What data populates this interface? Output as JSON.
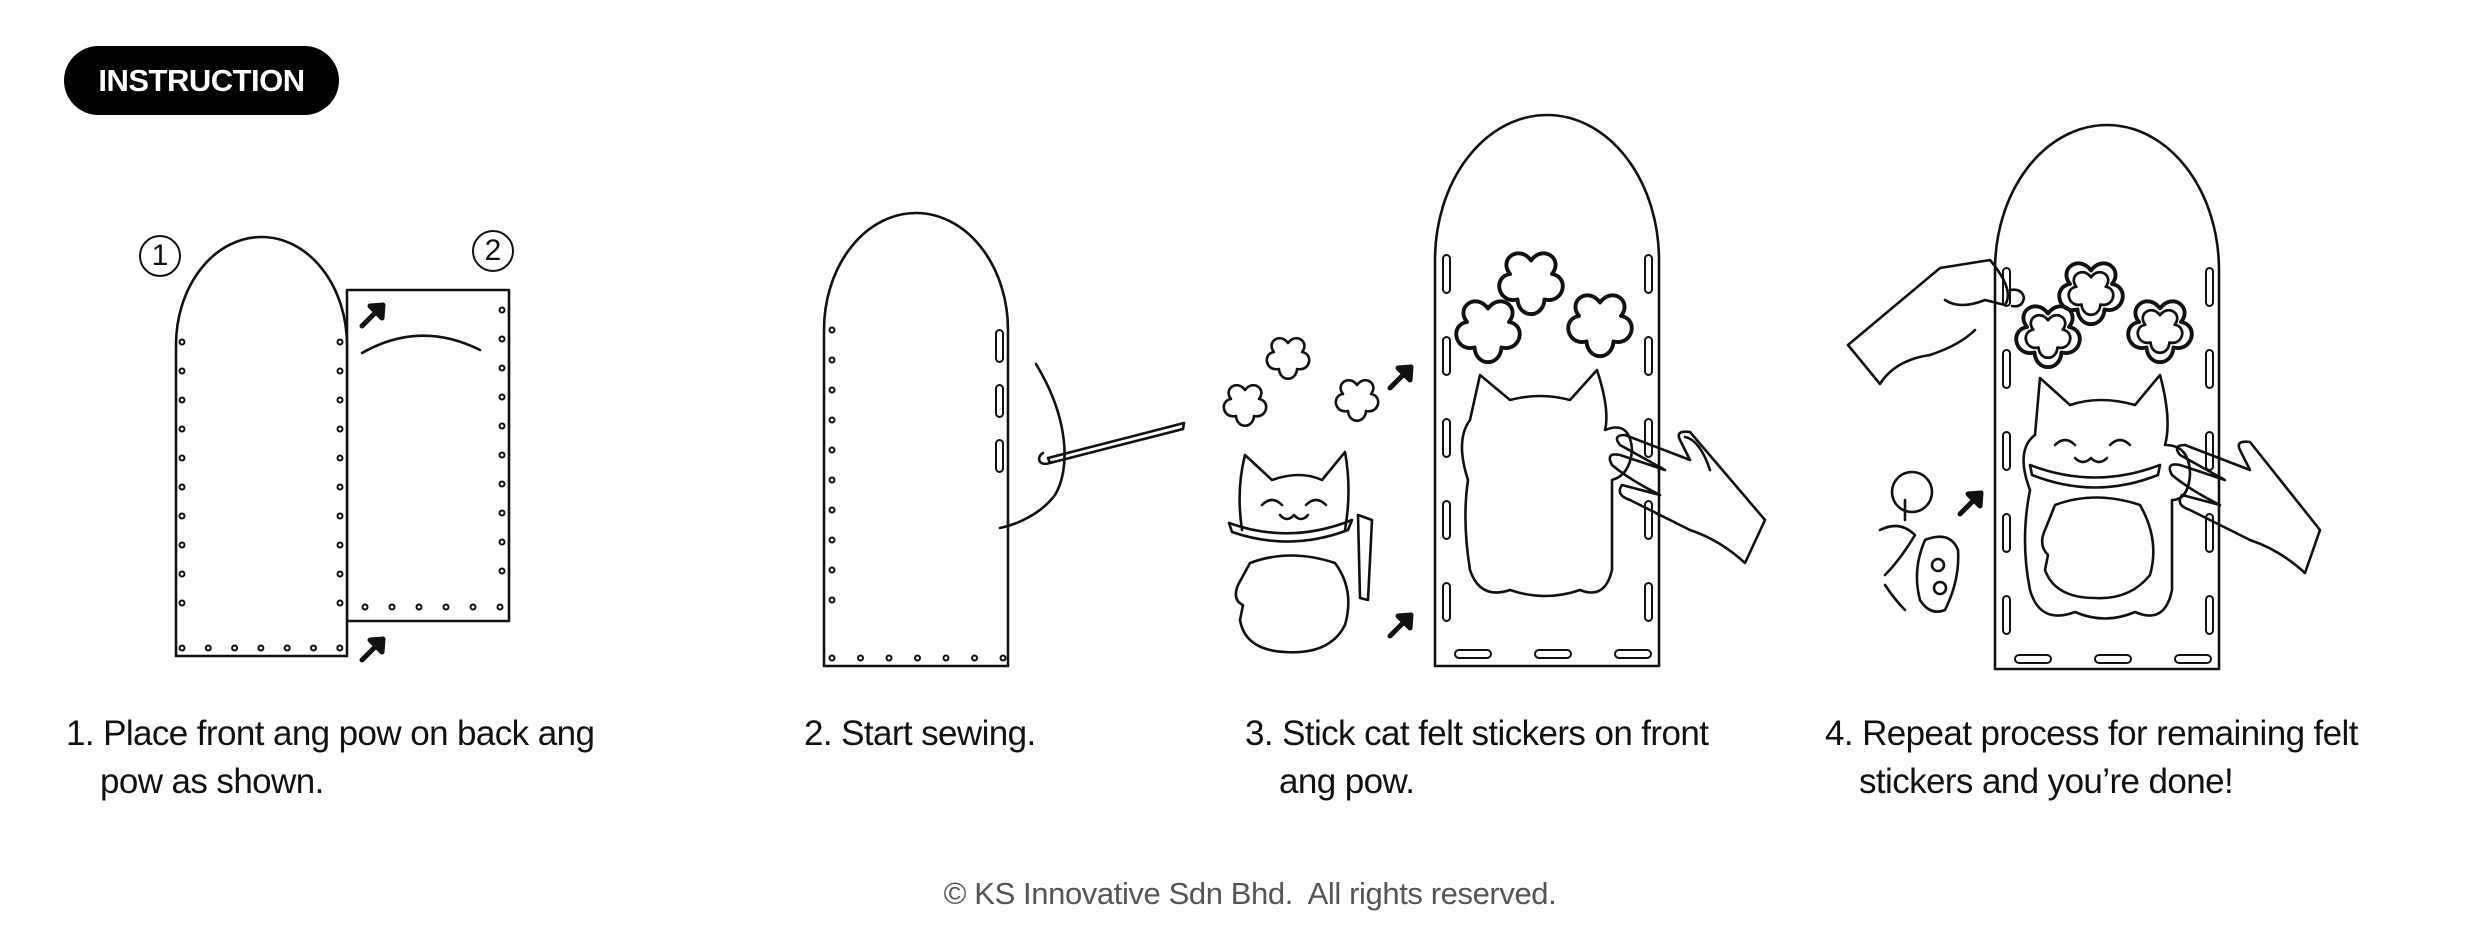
{
  "header": {
    "badge": "INSTRUCTION"
  },
  "step1": {
    "marker_front": "1",
    "marker_back": "2",
    "line1": "1. Place front ang pow on back ang",
    "line2": "pow as shown."
  },
  "step2": {
    "line1": "2. Start sewing."
  },
  "step3": {
    "line1": "3. Stick cat felt stickers on front",
    "line2": "ang pow."
  },
  "step4": {
    "line1": "4. Repeat process for remaining felt",
    "line2": "stickers and you’re done!"
  },
  "footer": {
    "copyright": "© KS Innovative Sdn Bhd.  All rights reserved."
  }
}
